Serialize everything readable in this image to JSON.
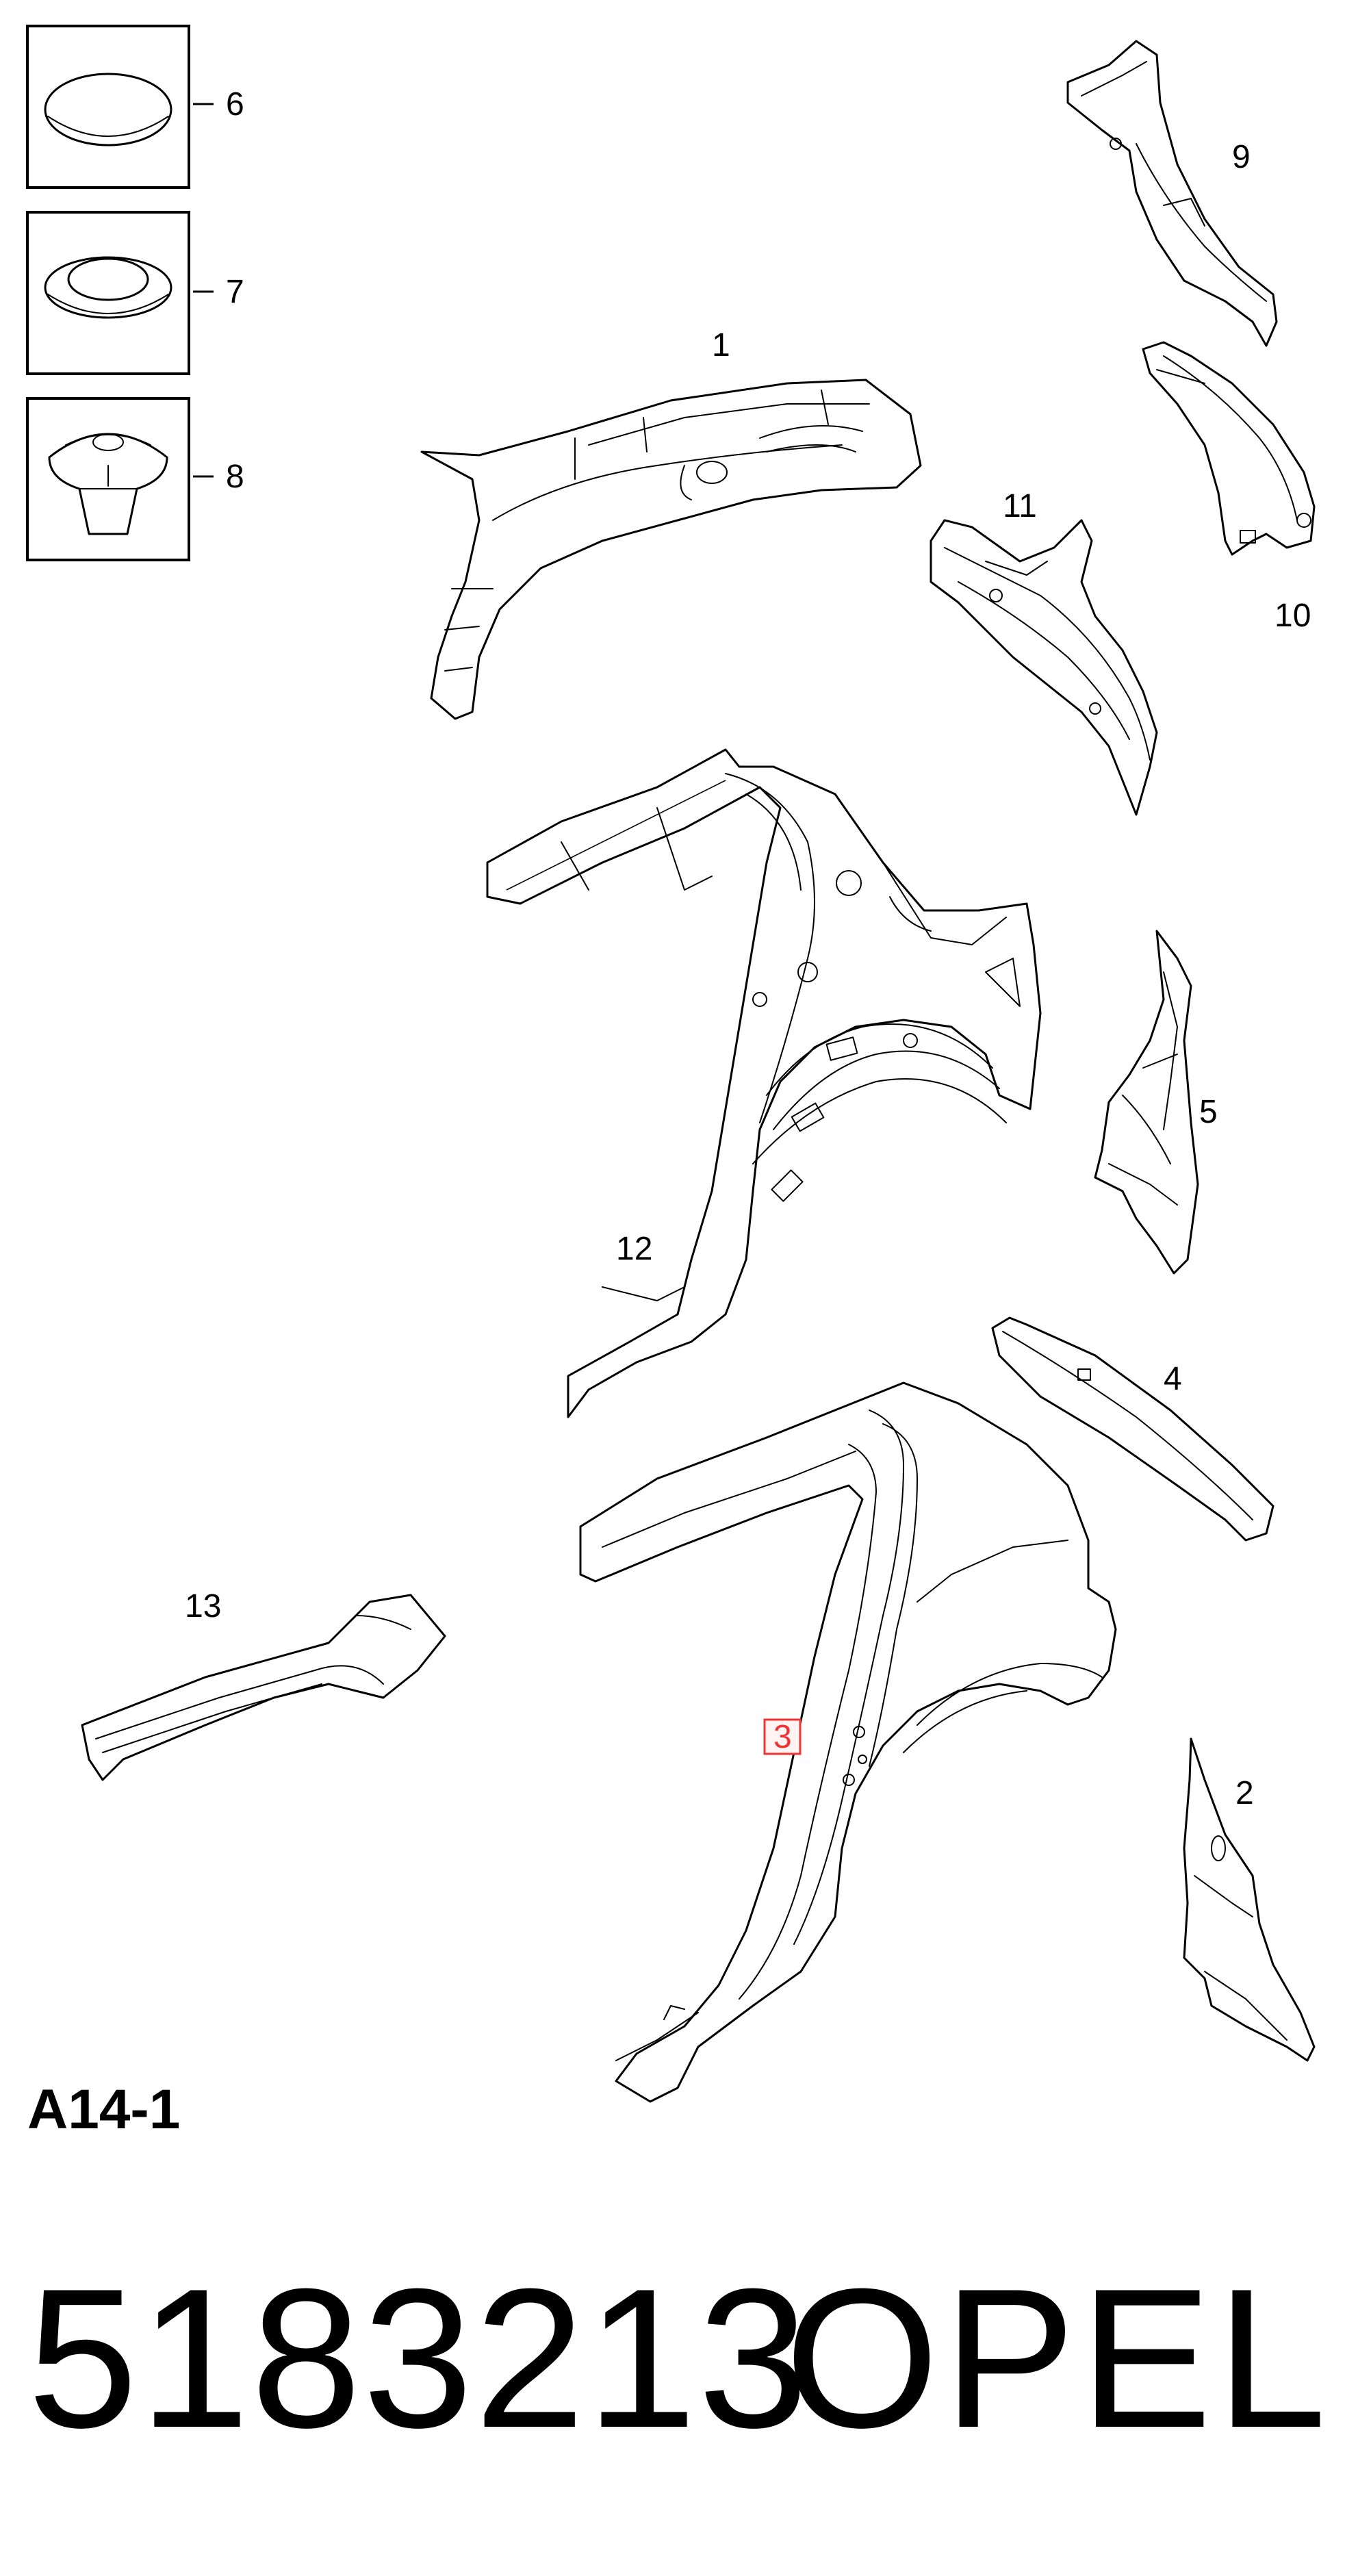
{
  "diagram_code": "A14-1",
  "part_number": "5183213",
  "brand": "OPEL",
  "highlighted_callout": "3",
  "highlight_color": "#e33333",
  "callouts": {
    "c1": "1",
    "c2": "2",
    "c3": "3",
    "c4": "4",
    "c5": "5",
    "c6": "6",
    "c7": "7",
    "c8": "8",
    "c9": "9",
    "c10": "10",
    "c11": "11",
    "c12": "12",
    "c13": "13"
  }
}
